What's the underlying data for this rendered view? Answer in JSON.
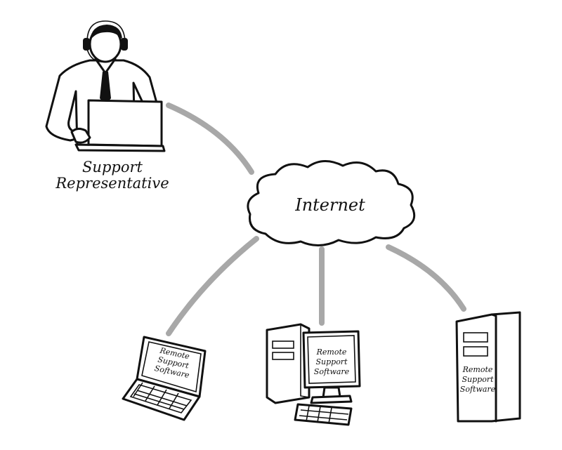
{
  "nodes": {
    "support": {
      "label_line1": "Support",
      "label_line2": "Representative",
      "icon": "support-agent-headset-icon"
    },
    "internet": {
      "label": "Internet",
      "icon": "cloud-icon"
    },
    "laptop": {
      "screen_line1": "Remote",
      "screen_line2": "Support",
      "screen_line3": "Software",
      "icon": "laptop-icon"
    },
    "desktop": {
      "screen_line1": "Remote",
      "screen_line2": "Support",
      "screen_line3": "Software",
      "icon": "desktop-computer-icon"
    },
    "server": {
      "screen_line1": "Remote",
      "screen_line2": "Support",
      "screen_line3": "Software",
      "icon": "server-tower-icon"
    }
  },
  "connections": [
    {
      "from": "support",
      "to": "internet"
    },
    {
      "from": "internet",
      "to": "laptop"
    },
    {
      "from": "internet",
      "to": "desktop"
    },
    {
      "from": "internet",
      "to": "server"
    }
  ],
  "colors": {
    "ink": "#111111",
    "connector": "#a8a8a8",
    "background": "#ffffff"
  }
}
